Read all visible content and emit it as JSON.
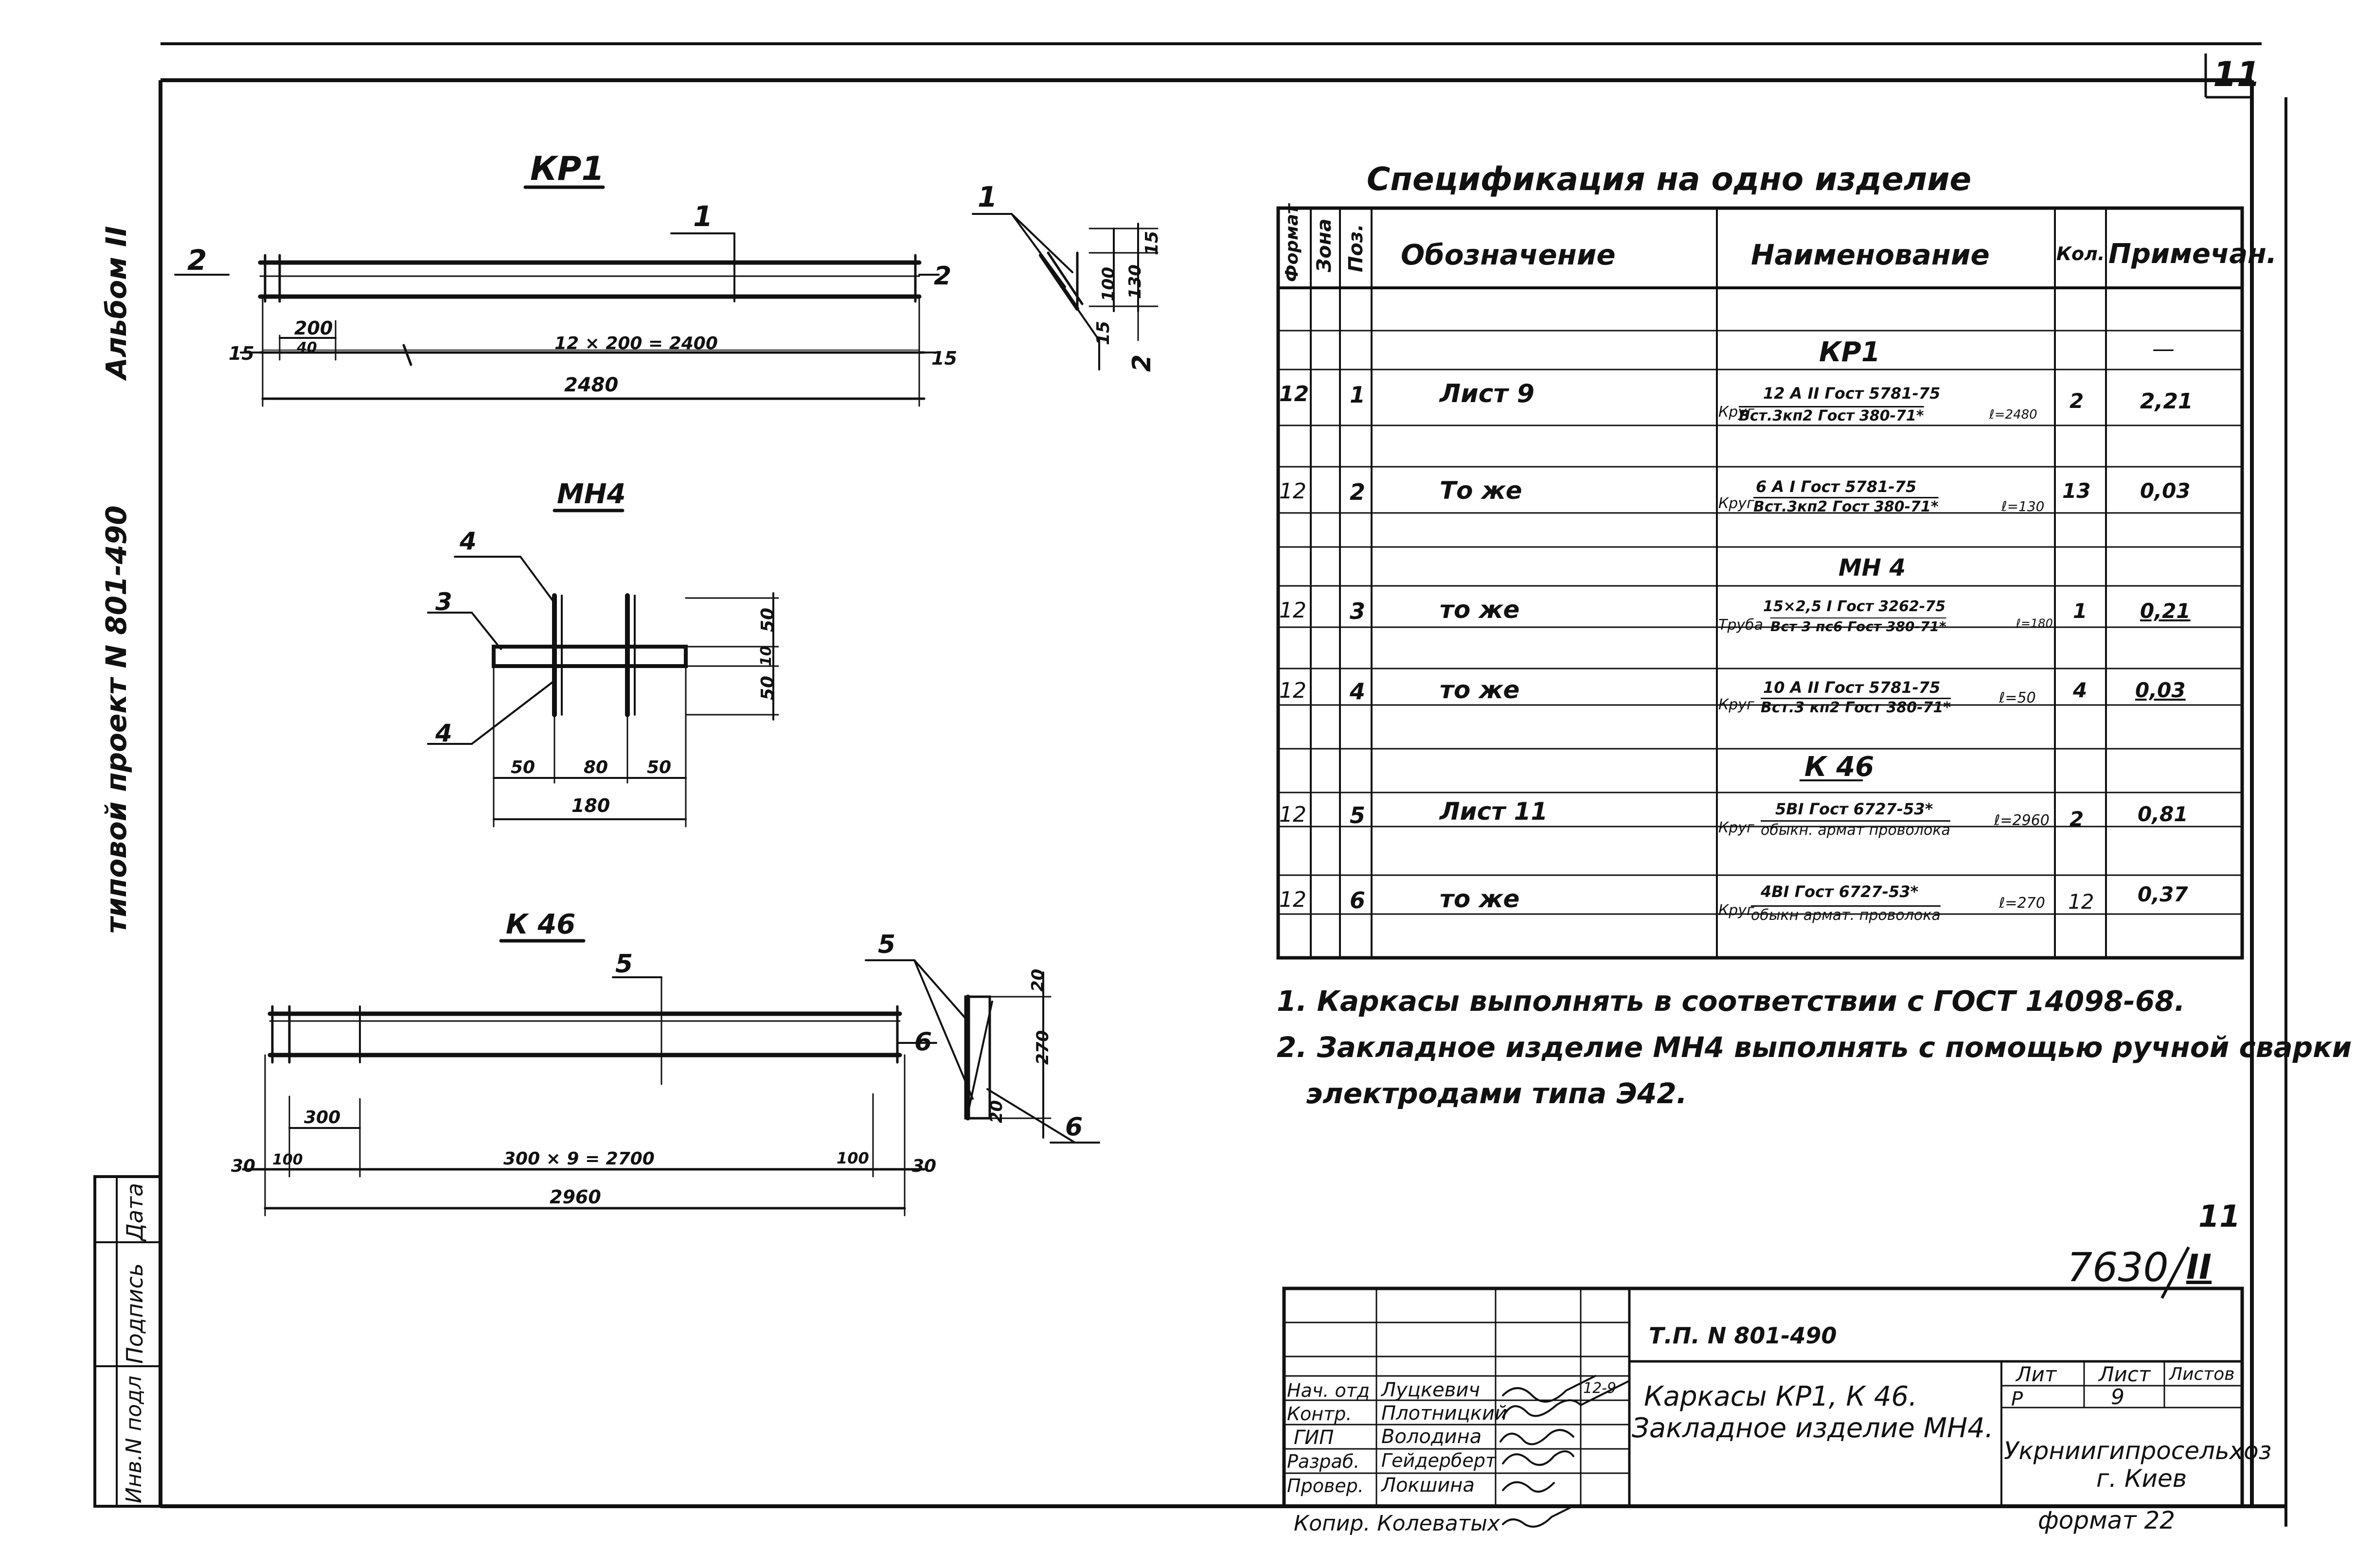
{
  "sheet": {
    "number_corner": "11",
    "side_left": {
      "album": "Альбом II",
      "project": "типовой проект N 801-490",
      "stamp_date": "Дата",
      "stamp_sign": "Подпись",
      "stamp_inv": "Инв.N подл"
    },
    "sheet_code_top": "11",
    "sheet_code": "7630",
    "sheet_code_roman": "II",
    "format": "формат 22",
    "copier": "Копир. Колеватых"
  },
  "drawings": {
    "kr1": {
      "title": "КР1",
      "pos_1": "1",
      "pos_2": "2",
      "dim_200": "200",
      "dim_40": "40",
      "dim_15a": "15",
      "dim_15b": "15",
      "dim_span": "12 × 200 = 2400",
      "dim_total": "2480",
      "sec_pos_1": "1",
      "sec_pos_2": "2",
      "sec_15a": "15",
      "sec_100": "100",
      "sec_130": "130",
      "sec_15b": "15"
    },
    "mn4": {
      "title": "МН4",
      "pos_4a": "4",
      "pos_3": "3",
      "pos_4b": "4",
      "dim_50a": "50",
      "dim_10": "10",
      "dim_50b": "50",
      "dim_b50a": "50",
      "dim_b80": "80",
      "dim_b50b": "50",
      "dim_total": "180"
    },
    "k46": {
      "title": "К 46",
      "pos_5": "5",
      "pos_6": "6",
      "dim_300": "300",
      "dim_100a": "100",
      "dim_span": "300 × 9 = 2700",
      "dim_100b": "100",
      "dim_30a": "30",
      "dim_30b": "30",
      "dim_total": "2960",
      "sec_pos_5": "5",
      "sec_pos_6": "6",
      "sec_20a": "20",
      "sec_270": "270",
      "sec_20b": "20"
    }
  },
  "spec": {
    "title": "Спецификация на одно изделие",
    "headers": {
      "format": "Формат",
      "zone": "Зона",
      "pos": "Поз.",
      "designation": "Обозначение",
      "name": "Наименование",
      "qty": "Кол.",
      "note": "Примечан."
    },
    "group_kr1": "КР1",
    "group_mn4": "МН 4",
    "group_k46": "К 46",
    "note_dash": "—",
    "rows": [
      {
        "format": "12",
        "pos": "1",
        "designation": "Лист 9",
        "prefix": "Круг",
        "top": "12 A II Гост 5781-75",
        "bottom": "Вст.3кп2 Гост 380-71*",
        "len": "ℓ=2480",
        "qty": "2",
        "note": "2,21"
      },
      {
        "format": "12",
        "pos": "2",
        "designation": "То же",
        "prefix": "Круг",
        "top": "6 A I Гост 5781-75",
        "bottom": "Вст.3кп2 Гост 380-71*",
        "len": "ℓ=130",
        "qty": "13",
        "note": "0,03"
      },
      {
        "format": "12",
        "pos": "3",
        "designation": "то же",
        "prefix": "Труба",
        "top": "15×2,5 I Гост 3262-75",
        "bottom": "Вст 3 пс6 Гост 380-71*",
        "len": "ℓ=180",
        "qty": "1",
        "note": "0,21"
      },
      {
        "format": "12",
        "pos": "4",
        "designation": "то же",
        "prefix": "Круг",
        "top": "10 A II Гост 5781-75",
        "bottom": "Вст.3 кп2 Гост 380-71*",
        "len": "ℓ=50",
        "qty": "4",
        "note": "0,03"
      },
      {
        "format": "12",
        "pos": "5",
        "designation": "Лист 11",
        "prefix": "Круг",
        "top": "5BI Гост 6727-53*",
        "bottom": "обыкн. армат проволока",
        "len": "ℓ=2960",
        "qty": "2",
        "note": "0,81"
      },
      {
        "format": "12",
        "pos": "6",
        "designation": "то же",
        "prefix": "Круг",
        "top": "4BI Гост 6727-53*",
        "bottom": "обыкн армат. проволока",
        "len": "ℓ=270",
        "qty": "12",
        "note": "0,37"
      }
    ]
  },
  "notes": [
    "1. Каркасы выполнять в соответствии с ГОСТ 14098-68.",
    "2. Закладное изделие  МН4 выполнять с помощью ручной сварки",
    "электродами типа Э42."
  ],
  "title_block": {
    "project_code": "Т.П. N 801-490",
    "title_line1": "Каркасы КР1, К 46.",
    "title_line2": "Закладное изделие МН4.",
    "lit_label": "Лит",
    "sheet_label": "Лист",
    "sheets_label": "Листов",
    "lit_value": "Р",
    "sheet_value": "9",
    "org_line1": "Укрниигипросельхоз",
    "org_line2": "г. Киев",
    "people": [
      {
        "role": "Нач. отд",
        "name": "Луцкевич",
        "date": "12-9"
      },
      {
        "role": "Контр.",
        "name": "Плотницкий",
        "date": ""
      },
      {
        "role": "ГИП",
        "name": "Володина",
        "date": ""
      },
      {
        "role": "Разраб.",
        "name": "Гейдерберт",
        "date": ""
      },
      {
        "role": "Провер.",
        "name": "Локшина",
        "date": ""
      }
    ]
  }
}
